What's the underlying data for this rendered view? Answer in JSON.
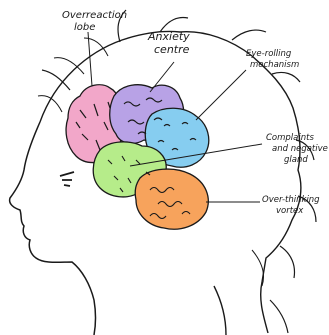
{
  "labels": {
    "overreaction": [
      "Overreaction",
      "lobe"
    ],
    "anxiety": [
      "Anxiety",
      "centre"
    ],
    "eyerolling": [
      "Eye-rolling",
      "mechanism"
    ],
    "complaints": [
      "Complaints",
      "and negative",
      "gland"
    ],
    "overthinking": [
      "Over-thinking",
      "vortex"
    ]
  },
  "colors": {
    "pink": "#f2a7c9",
    "purple": "#b8a2e6",
    "blue": "#86cdf0",
    "green": "#b6ec8a",
    "orange": "#f7a35c",
    "outline": "#1a1a1a"
  }
}
